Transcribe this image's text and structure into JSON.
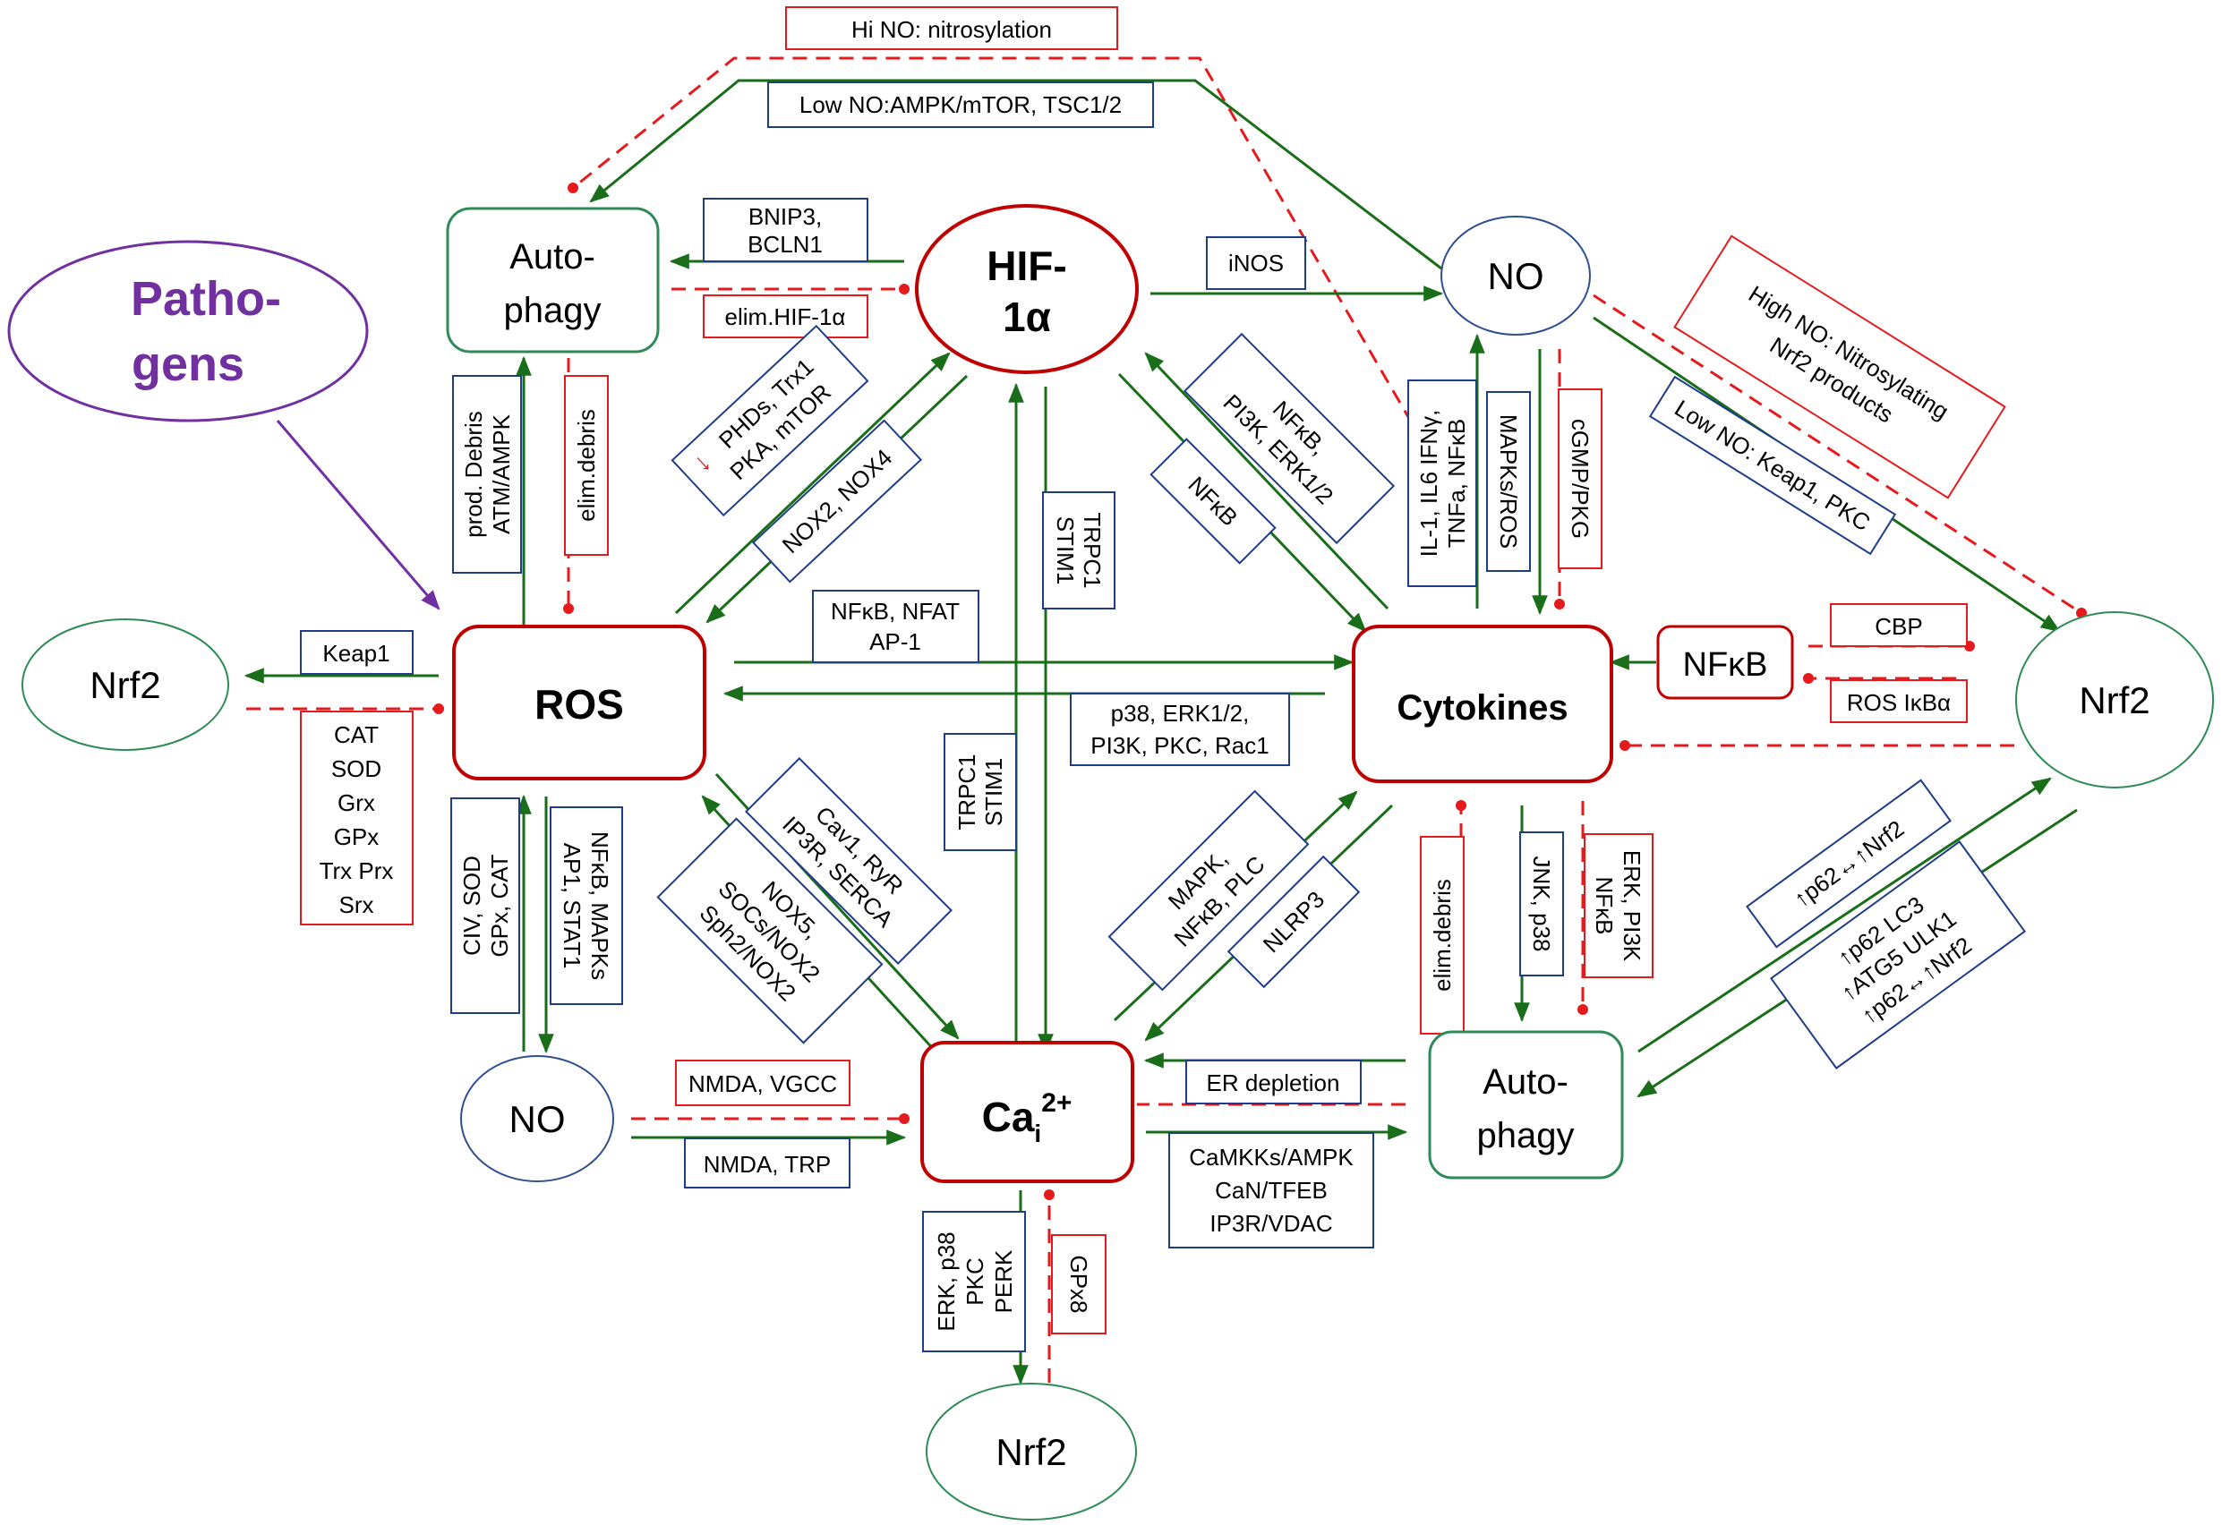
{
  "colors": {
    "green_arrow": "#1a6e1a",
    "red_inhibit": "#e41a1c",
    "blue_box": "#1f3c88",
    "red_node": "#c00000",
    "green_node": "#2e8b57",
    "blue_node": "#2f4f8f",
    "pathogen": "#7030a0"
  },
  "nodes": {
    "hif": [
      "HIF-",
      "1α"
    ],
    "ros": "ROS",
    "cytokines": "Cytokines",
    "cai_main": "Ca",
    "cai_sub": "i",
    "cai_sup": "2+",
    "autophagy_top": [
      "Auto-",
      "phagy"
    ],
    "autophagy_bottom": [
      "Auto-",
      "phagy"
    ],
    "no_top": "NO",
    "no_bottom": "NO",
    "nrf2_left": "Nrf2",
    "nrf2_right": "Nrf2",
    "nrf2_bottom": "Nrf2",
    "pathogens": [
      "Patho-",
      "gens"
    ],
    "nfkb_node": "NFκB"
  },
  "labels": {
    "hi_no": "Hi NO: nitrosylation",
    "low_no": "Low NO:AMPK/mTOR, TSC1/2",
    "bnip3": [
      "BNIP3,",
      "BCLN1"
    ],
    "elim_hif": "elim.HIF-1α",
    "inos": "iNOS",
    "high_no_nrf2": [
      "High NO: Nitrosylating",
      "Nrf2 products"
    ],
    "low_no_keap1": "Low NO: Keap1, PKC",
    "prod_debris": [
      "prod. Debris",
      "ATM/AMPK"
    ],
    "elim_debris_top": "elim.debris",
    "phds": [
      "PHDs, Trx1",
      "PKA, mTOR"
    ],
    "phds_arrow": "↓",
    "nox2_nox4": "NOX2, NOX4",
    "trpc1_stim1_top": [
      "TRPC1",
      "STIM1"
    ],
    "nfkb_pi3k": [
      "NFκB,",
      "PI3K, ERK1/2"
    ],
    "nfkb_single": "NFκB",
    "il1": [
      "IL-1, IL6 IFNγ,",
      "TNFa, NFκB"
    ],
    "mapks_ros": "MAPKs/ROS",
    "cgmp": "cGMP/PKG",
    "keap1": "Keap1",
    "antiox": [
      "CAT",
      "SOD",
      "Grx",
      "GPx",
      "Trx Prx",
      "Srx"
    ],
    "nfkb_nfat": [
      "NFκB, NFAT",
      "AP-1"
    ],
    "p38_erk": [
      "p38,  ERK1/2,",
      "PI3K,  PKC, Rac1"
    ],
    "cbp": "CBP",
    "ros_ikb": "ROS IκBα",
    "trpc1_stim1_bottom": [
      "TRPC1",
      "STIM1"
    ],
    "civ_sod": [
      "CIV, SOD",
      "GPx, CAT"
    ],
    "nfkb_mapks": [
      "NFκB, MAPKs",
      "AP1, STAT1"
    ],
    "cav1": [
      "Cav1, RyR",
      "IP3R, SERCA"
    ],
    "nox5": [
      "NOX5,",
      "SOCs/NOX2",
      "Sph2/NOX2"
    ],
    "mapk_plc": [
      "MAPK,",
      "NFκB, PLC"
    ],
    "nlrp3": "NLRP3",
    "elim_debris_bottom": "elim.debris",
    "jnk_p38": "JNK, p38",
    "erk_pi3k": [
      "ERK, PI3K",
      "NFκB"
    ],
    "p62_nrf2": "↑p62↔↑Nrf2",
    "p62_lc3": [
      "↑p62 LC3",
      "↑ATG5 ULK1",
      "↑p62↔↑Nrf2"
    ],
    "nmda_vgcc": "NMDA, VGCC",
    "nmda_trp": "NMDA, TRP",
    "er_depletion": "ER depletion",
    "camkks": [
      "CaMKKs/AMPK",
      "CaN/TFEB",
      "IP3R/VDAC"
    ],
    "erk_p38_pkc": [
      "ERK, p38",
      "PKC",
      "PERK"
    ],
    "gpx8": "GPx8"
  }
}
